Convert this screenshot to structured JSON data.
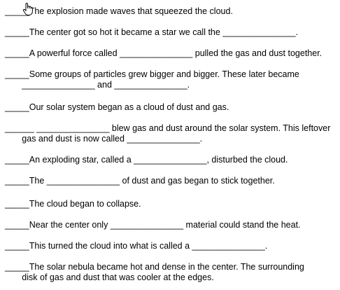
{
  "items": [
    {
      "lines": [
        "_____The explosion made waves that squeezed the cloud."
      ]
    },
    {
      "lines": [
        "_____The center got so hot it became a star we call the _______________."
      ]
    },
    {
      "lines": [
        "_____A powerful force called _______________ pulled the gas and dust together."
      ]
    },
    {
      "lines": [
        "_____Some groups of particles grew bigger and bigger.  These later became",
        "       _______________ and _______________."
      ]
    },
    {
      "lines": [
        "_____Our solar system began as a cloud of dust and gas."
      ]
    },
    {
      "lines": [
        "______ _______________ blew gas and dust around the solar system. This leftover",
        "       gas and dust is now called _______________."
      ]
    },
    {
      "lines": [
        "_____An exploding star, called a _______________, disturbed the cloud."
      ]
    },
    {
      "lines": [
        "_____The _______________ of dust and gas began to stick together."
      ]
    },
    {
      "lines": [
        "_____The cloud began to collapse."
      ]
    },
    {
      "lines": [
        "_____Near the center only _______________ material could stand the heat."
      ]
    },
    {
      "lines": [
        "_____This turned the cloud into what is called a _______________."
      ]
    },
    {
      "lines": [
        "_____The solar nebula became hot and dense in the center.  The surrounding",
        "       disk of gas and dust that was cooler at the edges."
      ]
    }
  ],
  "cursor_icon": "hand-pointer-icon"
}
